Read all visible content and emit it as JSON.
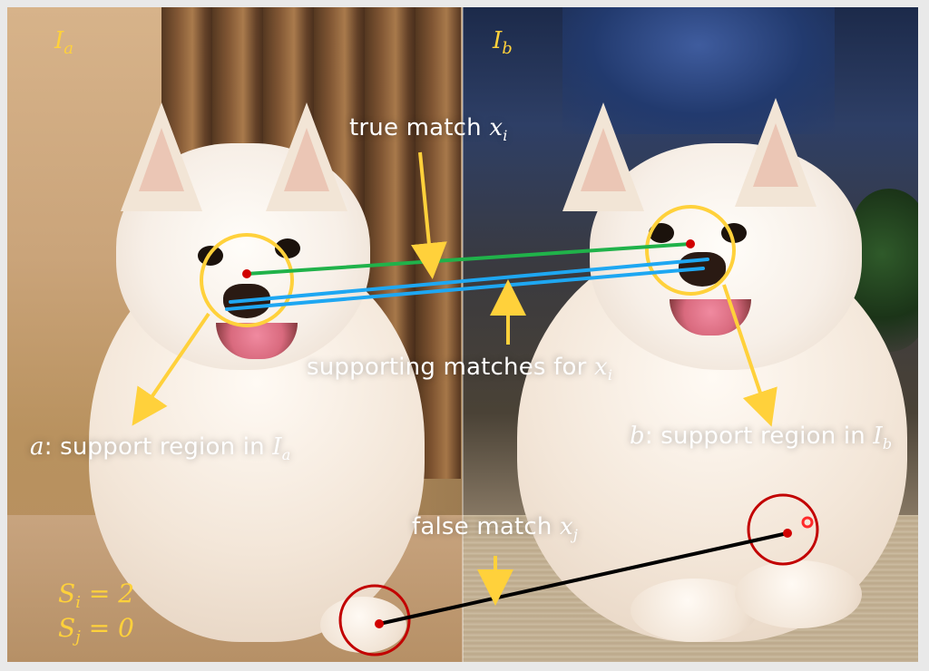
{
  "image_labels": {
    "left": {
      "base": "I",
      "sub": "a"
    },
    "right": {
      "base": "I",
      "sub": "b"
    }
  },
  "annotations": {
    "true_match": {
      "text": "true match ",
      "math_base": "x",
      "math_sub": "i"
    },
    "supporting": {
      "text": "supporting matches for ",
      "math_base": "x",
      "math_sub": "i"
    },
    "support_a": {
      "prefix_math": "a",
      "text": ": support region in ",
      "math_base": "I",
      "math_sub": "a"
    },
    "support_b": {
      "prefix_math": "b",
      "text": ": support region in ",
      "math_base": "I",
      "math_sub": "b"
    },
    "false_match": {
      "text": "false match ",
      "math_base": "x",
      "math_sub": "j"
    }
  },
  "scores": {
    "si": {
      "base": "S",
      "sub": "i",
      "rhs": "= 2"
    },
    "sj": {
      "base": "S",
      "sub": "j",
      "rhs": "= 0"
    }
  },
  "colors": {
    "yellow": "#ffd13b",
    "green": "#20b24a",
    "blue": "#1ea7f2",
    "red": "#d10000",
    "black": "#000000"
  }
}
